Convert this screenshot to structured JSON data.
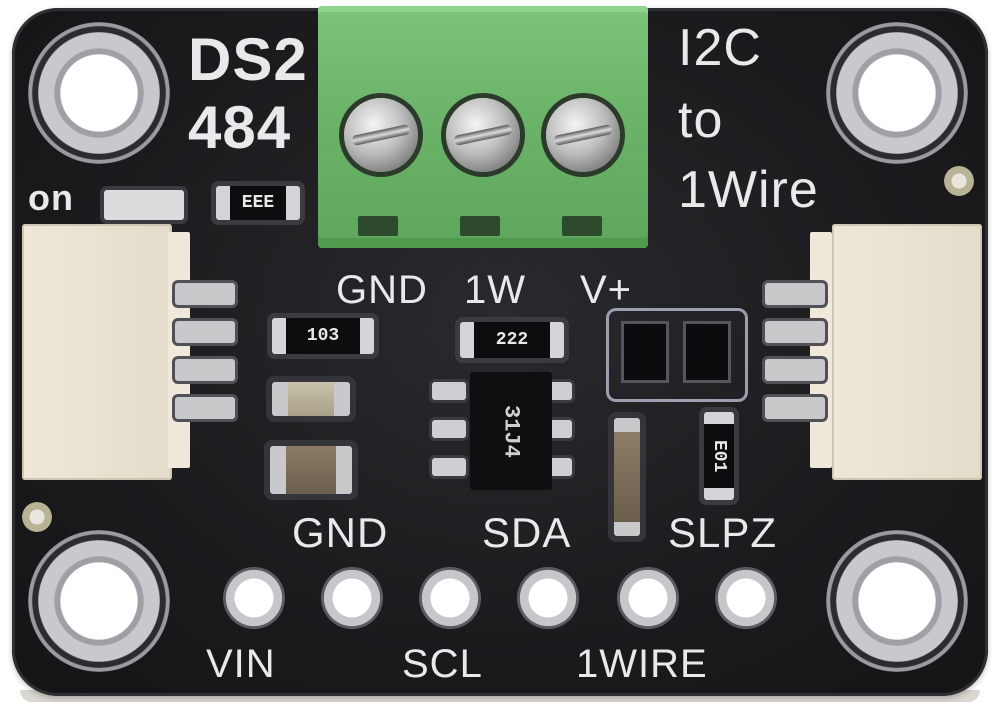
{
  "board": {
    "title_line1": "DS2",
    "title_line2": "484",
    "subtitle": [
      "I2C",
      "to",
      "1Wire"
    ],
    "led_label": "on",
    "terminal_labels": [
      "GND",
      "1W",
      "V+"
    ],
    "top_pin_labels": [
      "GND",
      "SDA",
      "SLPZ"
    ],
    "bottom_pin_labels": [
      "VIN",
      "SCL",
      "1WIRE"
    ],
    "resistor_top": "EEE",
    "resistor_103": "103",
    "resistor_222": "222",
    "resistor_e01": "E01",
    "chip_marking": "31J4"
  },
  "colors": {
    "pcb": "#1b1b1e",
    "terminal": "#6cb56a",
    "silkscreen": "#e9e9ec",
    "connector": "#e4dccb"
  },
  "icons": [
    "mounting-hole",
    "screw-terminal",
    "stemma-connector",
    "header-hole"
  ]
}
